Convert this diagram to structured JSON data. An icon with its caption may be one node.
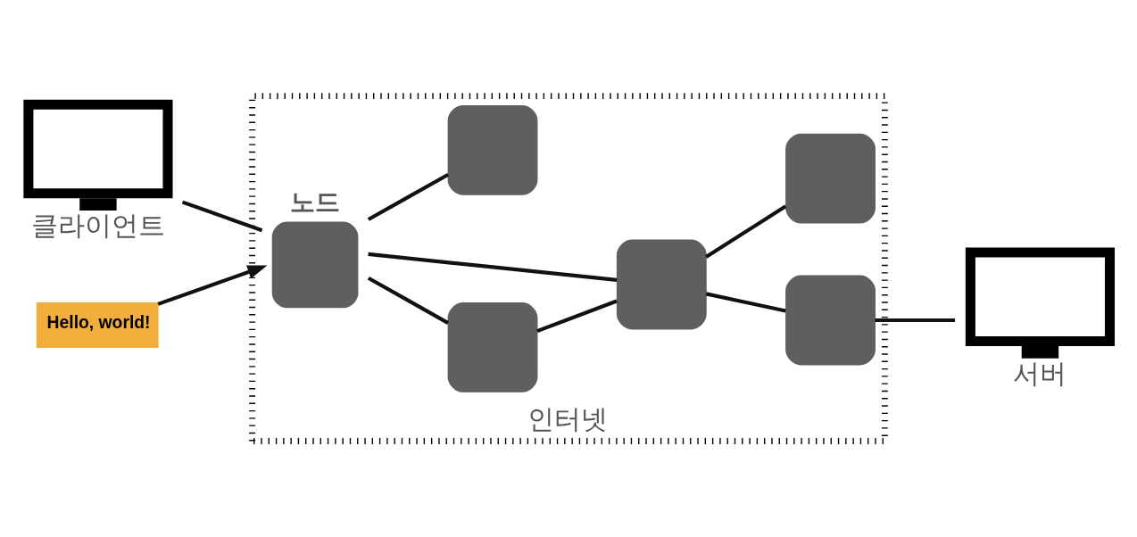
{
  "diagram": {
    "nodes": [
      {
        "text": [
          "인터넷"
        ]
      },
      {
        "text": [
          "클라이언트"
        ]
      },
      {
        "text": [
          "Hello, world!"
        ]
      },
      {
        "text": [
          "노드"
        ],
        "in": 0
      },
      {
        "text": [],
        "shape": "box",
        "in": 0
      },
      {
        "text": [],
        "shape": "box",
        "in": 0
      },
      {
        "text": [],
        "shape": "box",
        "in": 0
      },
      {
        "text": [],
        "shape": "box",
        "in": 0
      },
      {
        "text": [],
        "shape": "box",
        "in": 0
      },
      {
        "text": [
          "서버"
        ]
      }
    ],
    "edges": [
      {
        "from": 1,
        "to": 3,
        "arrow": "none"
      },
      {
        "from": 2,
        "to": 3,
        "arrow": "to"
      },
      {
        "from": 3,
        "to": 4,
        "arrow": "none"
      },
      {
        "from": 4,
        "to": 5,
        "arrow": "none"
      },
      {
        "from": 3,
        "to": 5,
        "arrow": "none"
      },
      {
        "from": 5,
        "to": 6,
        "arrow": "none"
      },
      {
        "from": 6,
        "to": 9,
        "arrow": "none"
      },
      {
        "from": 3,
        "to": 7,
        "arrow": "none"
      },
      {
        "from": 5,
        "to": 8,
        "arrow": "none"
      }
    ]
  }
}
